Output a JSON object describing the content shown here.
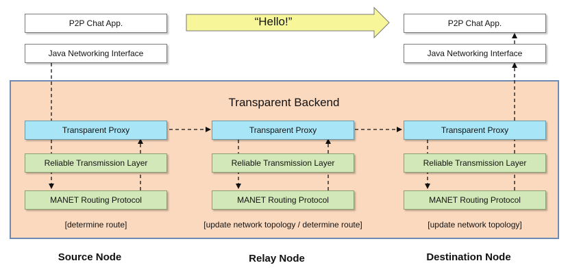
{
  "message": "“Hello!”",
  "backend_title": "Transparent Backend",
  "nodes": {
    "source": {
      "name": "Source Node",
      "app": "P2P Chat App.",
      "interface": "Java Networking Interface",
      "proxy": "Transparent Proxy",
      "reliable": "Reliable Transmission Layer",
      "routing": "MANET Routing Protocol",
      "note": "[determine route]"
    },
    "relay": {
      "name": "Relay Node",
      "proxy": "Transparent Proxy",
      "reliable": "Reliable Transmission Layer",
      "routing": "MANET Routing Protocol",
      "note": "[update network topology / determine route]"
    },
    "destination": {
      "name": "Destination Node",
      "app": "P2P Chat App.",
      "interface": "Java Networking Interface",
      "proxy": "Transparent Proxy",
      "reliable": "Reliable Transmission Layer",
      "routing": "MANET Routing Protocol",
      "note": "[update network topology]"
    }
  },
  "colors": {
    "backend_fill": "#fbd9bf",
    "backend_border": "#6e8ab3",
    "proxy_fill": "#a8e6f7",
    "layer_fill": "#d3e8b8",
    "arrow_fill": "#f7f79a"
  }
}
